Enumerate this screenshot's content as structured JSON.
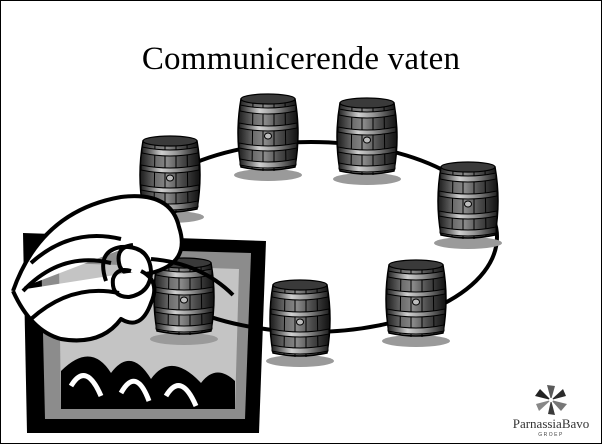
{
  "slide": {
    "title": "Communicerende vaten"
  },
  "illustration": {
    "barrel_count": 7,
    "ring_color": "#000000",
    "frame_fill": "#8c8c8c"
  },
  "logo": {
    "name": "ParnassiaBavo",
    "subtitle": "GROEP",
    "icon": "parnassia-flower-icon"
  }
}
